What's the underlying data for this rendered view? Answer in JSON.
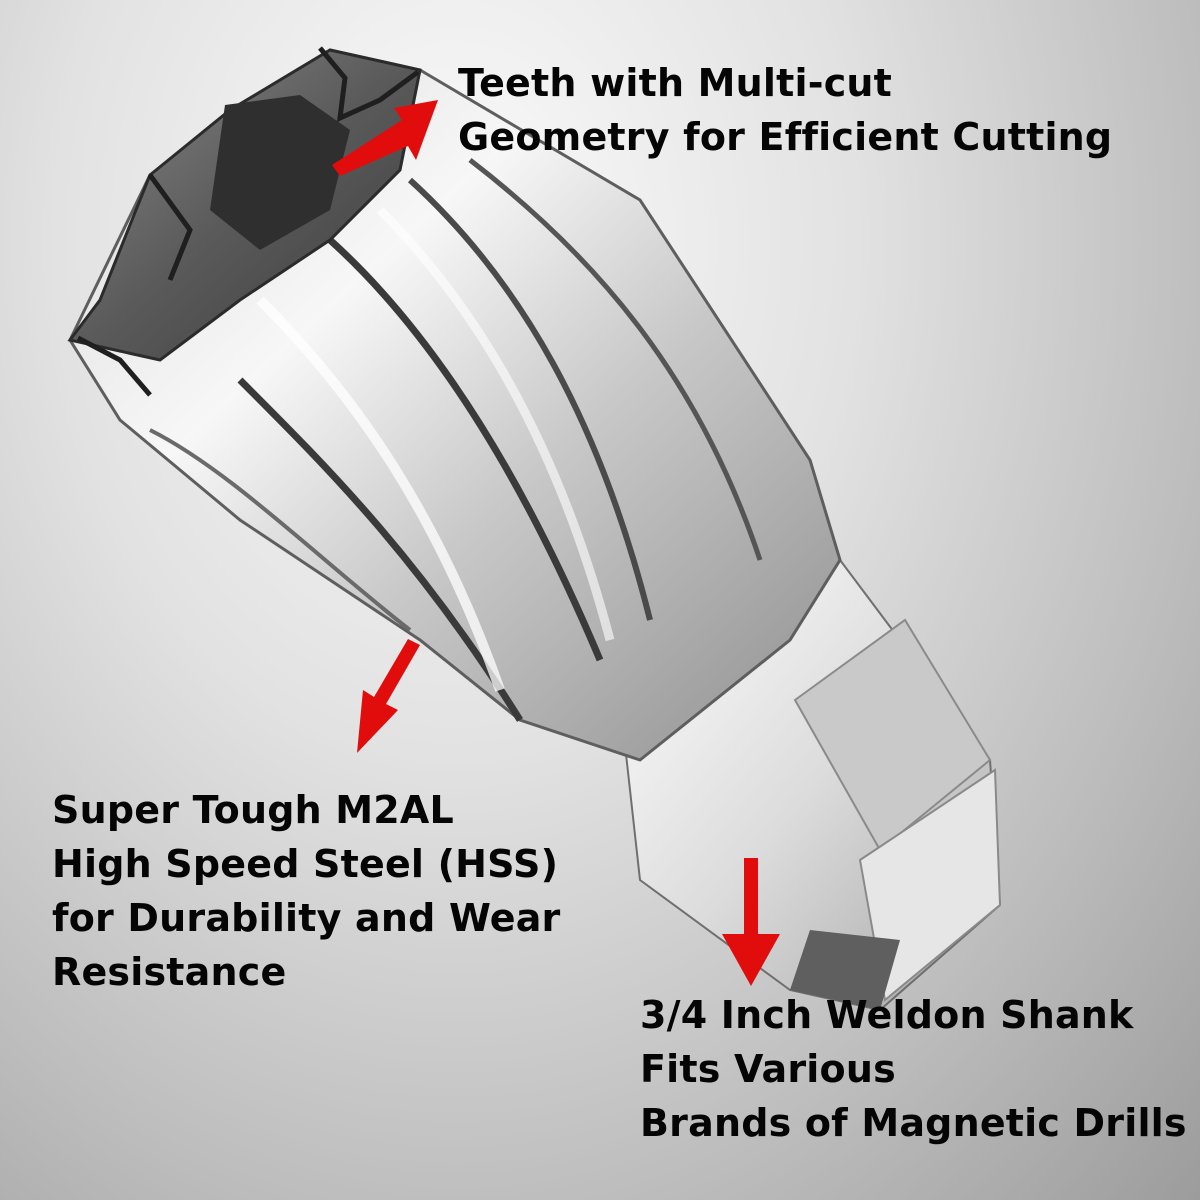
{
  "callouts": {
    "teeth": {
      "lines": [
        "Teeth with Multi-cut",
        "Geometry for Efficient Cutting"
      ]
    },
    "steel": {
      "lines": [
        "Super Tough M2AL",
        "High Speed Steel (HSS)",
        "for Durability and Wear",
        "Resistance"
      ]
    },
    "shank": {
      "lines": [
        "3/4 Inch Weldon Shank",
        "Fits Various",
        "Brands of Magnetic Drills"
      ]
    }
  },
  "colors": {
    "arrow": "#e10d0d",
    "text": "#050505",
    "steel_light": "#f2f2f2",
    "steel_dark": "#4a4a4a"
  }
}
